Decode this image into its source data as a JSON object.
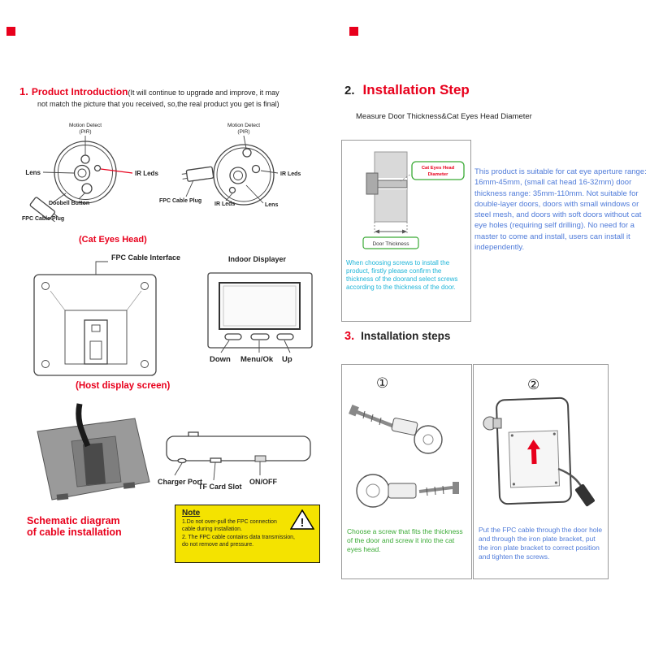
{
  "colors": {
    "accent_red": "#e8001c",
    "info_blue": "#4f7bd9",
    "tip_cyan": "#1fb5d8",
    "step_green": "#3aaa35",
    "note_yellow": "#f4e300",
    "device_gray": "#9a9a9a"
  },
  "s1": {
    "num": "1.",
    "title": "Product Introduction",
    "sub1": "(It will continue to upgrade and improve, it may",
    "sub2": "not match the picture that you received, so,the real product you get is final)"
  },
  "headL": {
    "pir1": "Motion Detect",
    "pir2": "(PIR)",
    "lens": "Lens",
    "ir": "IR Leds",
    "fpc": "FPC Cable Plug",
    "button": "Doobell Button"
  },
  "headR": {
    "pir1": "Motion Detect",
    "pir2": "(PIR)",
    "ir_right": "IR Leds",
    "ir_left": "IR Leds",
    "lens": "Lens",
    "fpc": "FPC Cable Plug"
  },
  "captions": {
    "cat_eyes_head": "(Cat Eyes Head)",
    "host_display": "(Host display screen)",
    "schematic1": "Schematic diagram",
    "schematic2": "of cable installation"
  },
  "display": {
    "fpc_interface": "FPC Cable Interface",
    "indoor": "Indoor Displayer",
    "down": "Down",
    "menu": "Menu/Ok",
    "up": "Up"
  },
  "ports": {
    "charger": "Charger Port",
    "tf": "TF Card Slot",
    "onoff": "ON/OFF"
  },
  "note": {
    "title": "Note",
    "l1": "1.Do not over-pull the FPC connection",
    "l2": "cable during installation.",
    "l3": "2. The FPC cable contains data transmission,",
    "l4": "do not remove and pressure.",
    "warn": "!"
  },
  "s2": {
    "num": "2.",
    "title": "Installation Step",
    "subtitle": "Measure Door Thickness&Cat Eyes Head Diameter",
    "diam_label1": "Cat Eyes Head",
    "diam_label2": "Diameter",
    "thick_label": "Door Thickness",
    "cyan_text": "When choosing screws to install the product, firstly please confirm the thickness of the doorand select screws according to the thickness of the door.",
    "blue_text": "This product is suitable for cat eye aperture range: 16mm-45mm, (small cat head 16-32mm) door thickness range: 35mm-110mm. Not suitable for double-layer doors, doors with small windows or steel mesh, and doors with soft doors without cat eye holes (requiring self drilling). No need for a master to come and install, users can install it independently."
  },
  "s3": {
    "num": "3.",
    "title": "Installation steps",
    "step1_num": "①",
    "step1_text": "Choose a screw that fits the thickness of the door and screw it into the cat eyes head.",
    "step2_num": "②",
    "step2_text": "Put the FPC cable through the door hole and through the iron plate bracket, put the iron plate bracket to correct position and tighten the screws."
  }
}
